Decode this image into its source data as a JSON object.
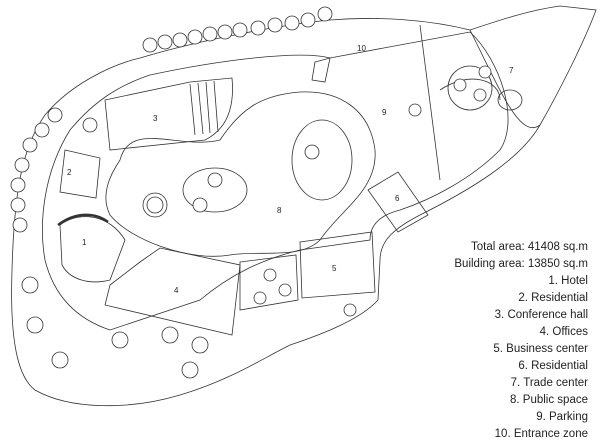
{
  "plan": {
    "zone_labels": [
      "1",
      "2",
      "3",
      "4",
      "5",
      "6",
      "7",
      "8",
      "9",
      "10"
    ]
  },
  "legend": {
    "total_area": "Total area: 41408 sq.m",
    "building_area": "Building area: 13850 sq.m",
    "items": [
      "1. Hotel",
      "2. Residential",
      "3. Conference hall",
      "4. Offices",
      "5. Business center",
      "6. Residential",
      "7. Trade center",
      "8. Public space",
      "9. Parking",
      "10. Entrance zone"
    ]
  }
}
